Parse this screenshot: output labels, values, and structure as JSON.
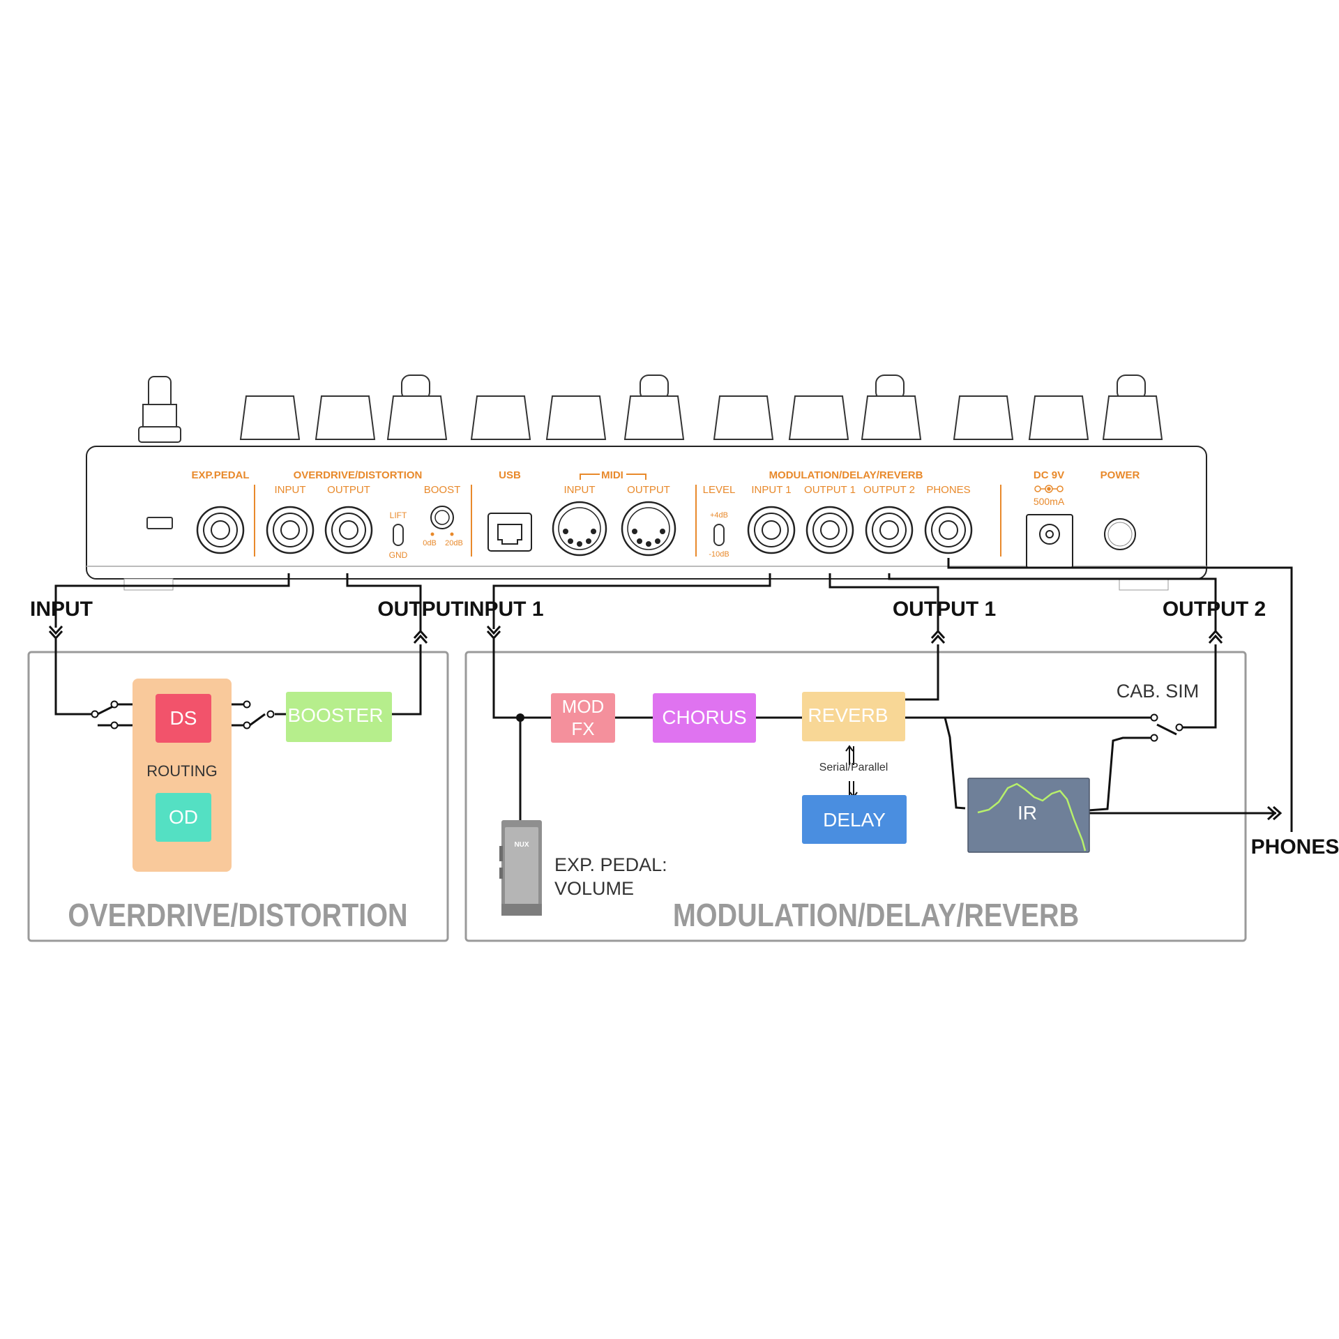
{
  "panel": {
    "exp_pedal": "EXP.PEDAL",
    "od_ds": "OVERDRIVE/DISTORTION",
    "od_input": "INPUT",
    "od_output": "OUTPUT",
    "lift": "LIFT",
    "gnd": "GND",
    "boost": "BOOST",
    "boost_0db": "0dB",
    "boost_20db": "20dB",
    "usb": "USB",
    "midi": "MIDI",
    "midi_input": "INPUT",
    "midi_output": "OUTPUT",
    "level": "LEVEL",
    "level_plus": "+4dB",
    "level_minus": "-10dB",
    "mdr": "MODULATION/DELAY/REVERB",
    "mdr_input1": "INPUT 1",
    "mdr_output1": "OUTPUT 1",
    "mdr_output2": "OUTPUT 2",
    "phones": "PHONES",
    "dc": "DC 9V",
    "dc_current": "500mA",
    "power": "POWER"
  },
  "routing": {
    "input": "INPUT",
    "output": "OUTPUT",
    "input1": "INPUT 1",
    "output1": "OUTPUT 1",
    "output2": "OUTPUT 2",
    "phones": "PHONES"
  },
  "od_section": {
    "title": "OVERDRIVE/DISTORTION",
    "ds": "DS",
    "routing": "ROUTING",
    "od": "OD",
    "booster": "BOOSTER"
  },
  "mdr_section": {
    "title": "MODULATION/DELAY/REVERB",
    "mod_fx_line1": "MOD",
    "mod_fx_line2": "FX",
    "chorus": "CHORUS",
    "reverb": "REVERB",
    "serial_parallel": "Serial/Parallel",
    "delay": "DELAY",
    "cab_sim": "CAB. SIM",
    "ir": "IR",
    "exp_logo": "NUX",
    "exp_label_line1": "EXP. PEDAL:",
    "exp_label_line2": "VOLUME"
  },
  "colors": {
    "panel_accent": "#e8892b",
    "ds": "#f2536b",
    "od": "#54e0c3",
    "routing_bg": "#f9c99b",
    "booster": "#b6ee8c",
    "mod_fx": "#f4909c",
    "chorus": "#df73f0",
    "reverb": "#f8d796",
    "delay": "#4a8ee0",
    "ir": "#6f8099",
    "ir_curve": "#b7f06b"
  }
}
